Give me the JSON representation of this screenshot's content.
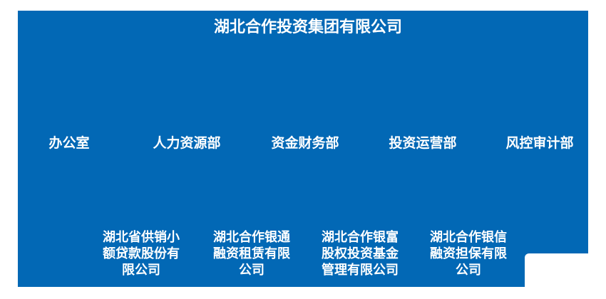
{
  "org_chart": {
    "title": "湖北合作投资集团有限公司",
    "departments": [
      {
        "label": "办公室"
      },
      {
        "label": "人力资源部"
      },
      {
        "label": "资金财务部"
      },
      {
        "label": "投资运营部"
      },
      {
        "label": "风控审计部"
      }
    ],
    "subsidiaries": [
      {
        "lines": [
          "湖北省供销小",
          "额贷款股份有",
          "限公司"
        ]
      },
      {
        "lines": [
          "湖北合作银通",
          "融资租赁有限",
          "公司"
        ]
      },
      {
        "lines": [
          "湖北合作银富",
          "股权投资基金",
          "管理有限公司"
        ]
      },
      {
        "lines": [
          "湖北合作银信",
          "融资担保有限",
          "公司"
        ]
      }
    ],
    "colors": {
      "panel_blue": "#0268B5",
      "text_white": "#FFFFFF"
    }
  }
}
